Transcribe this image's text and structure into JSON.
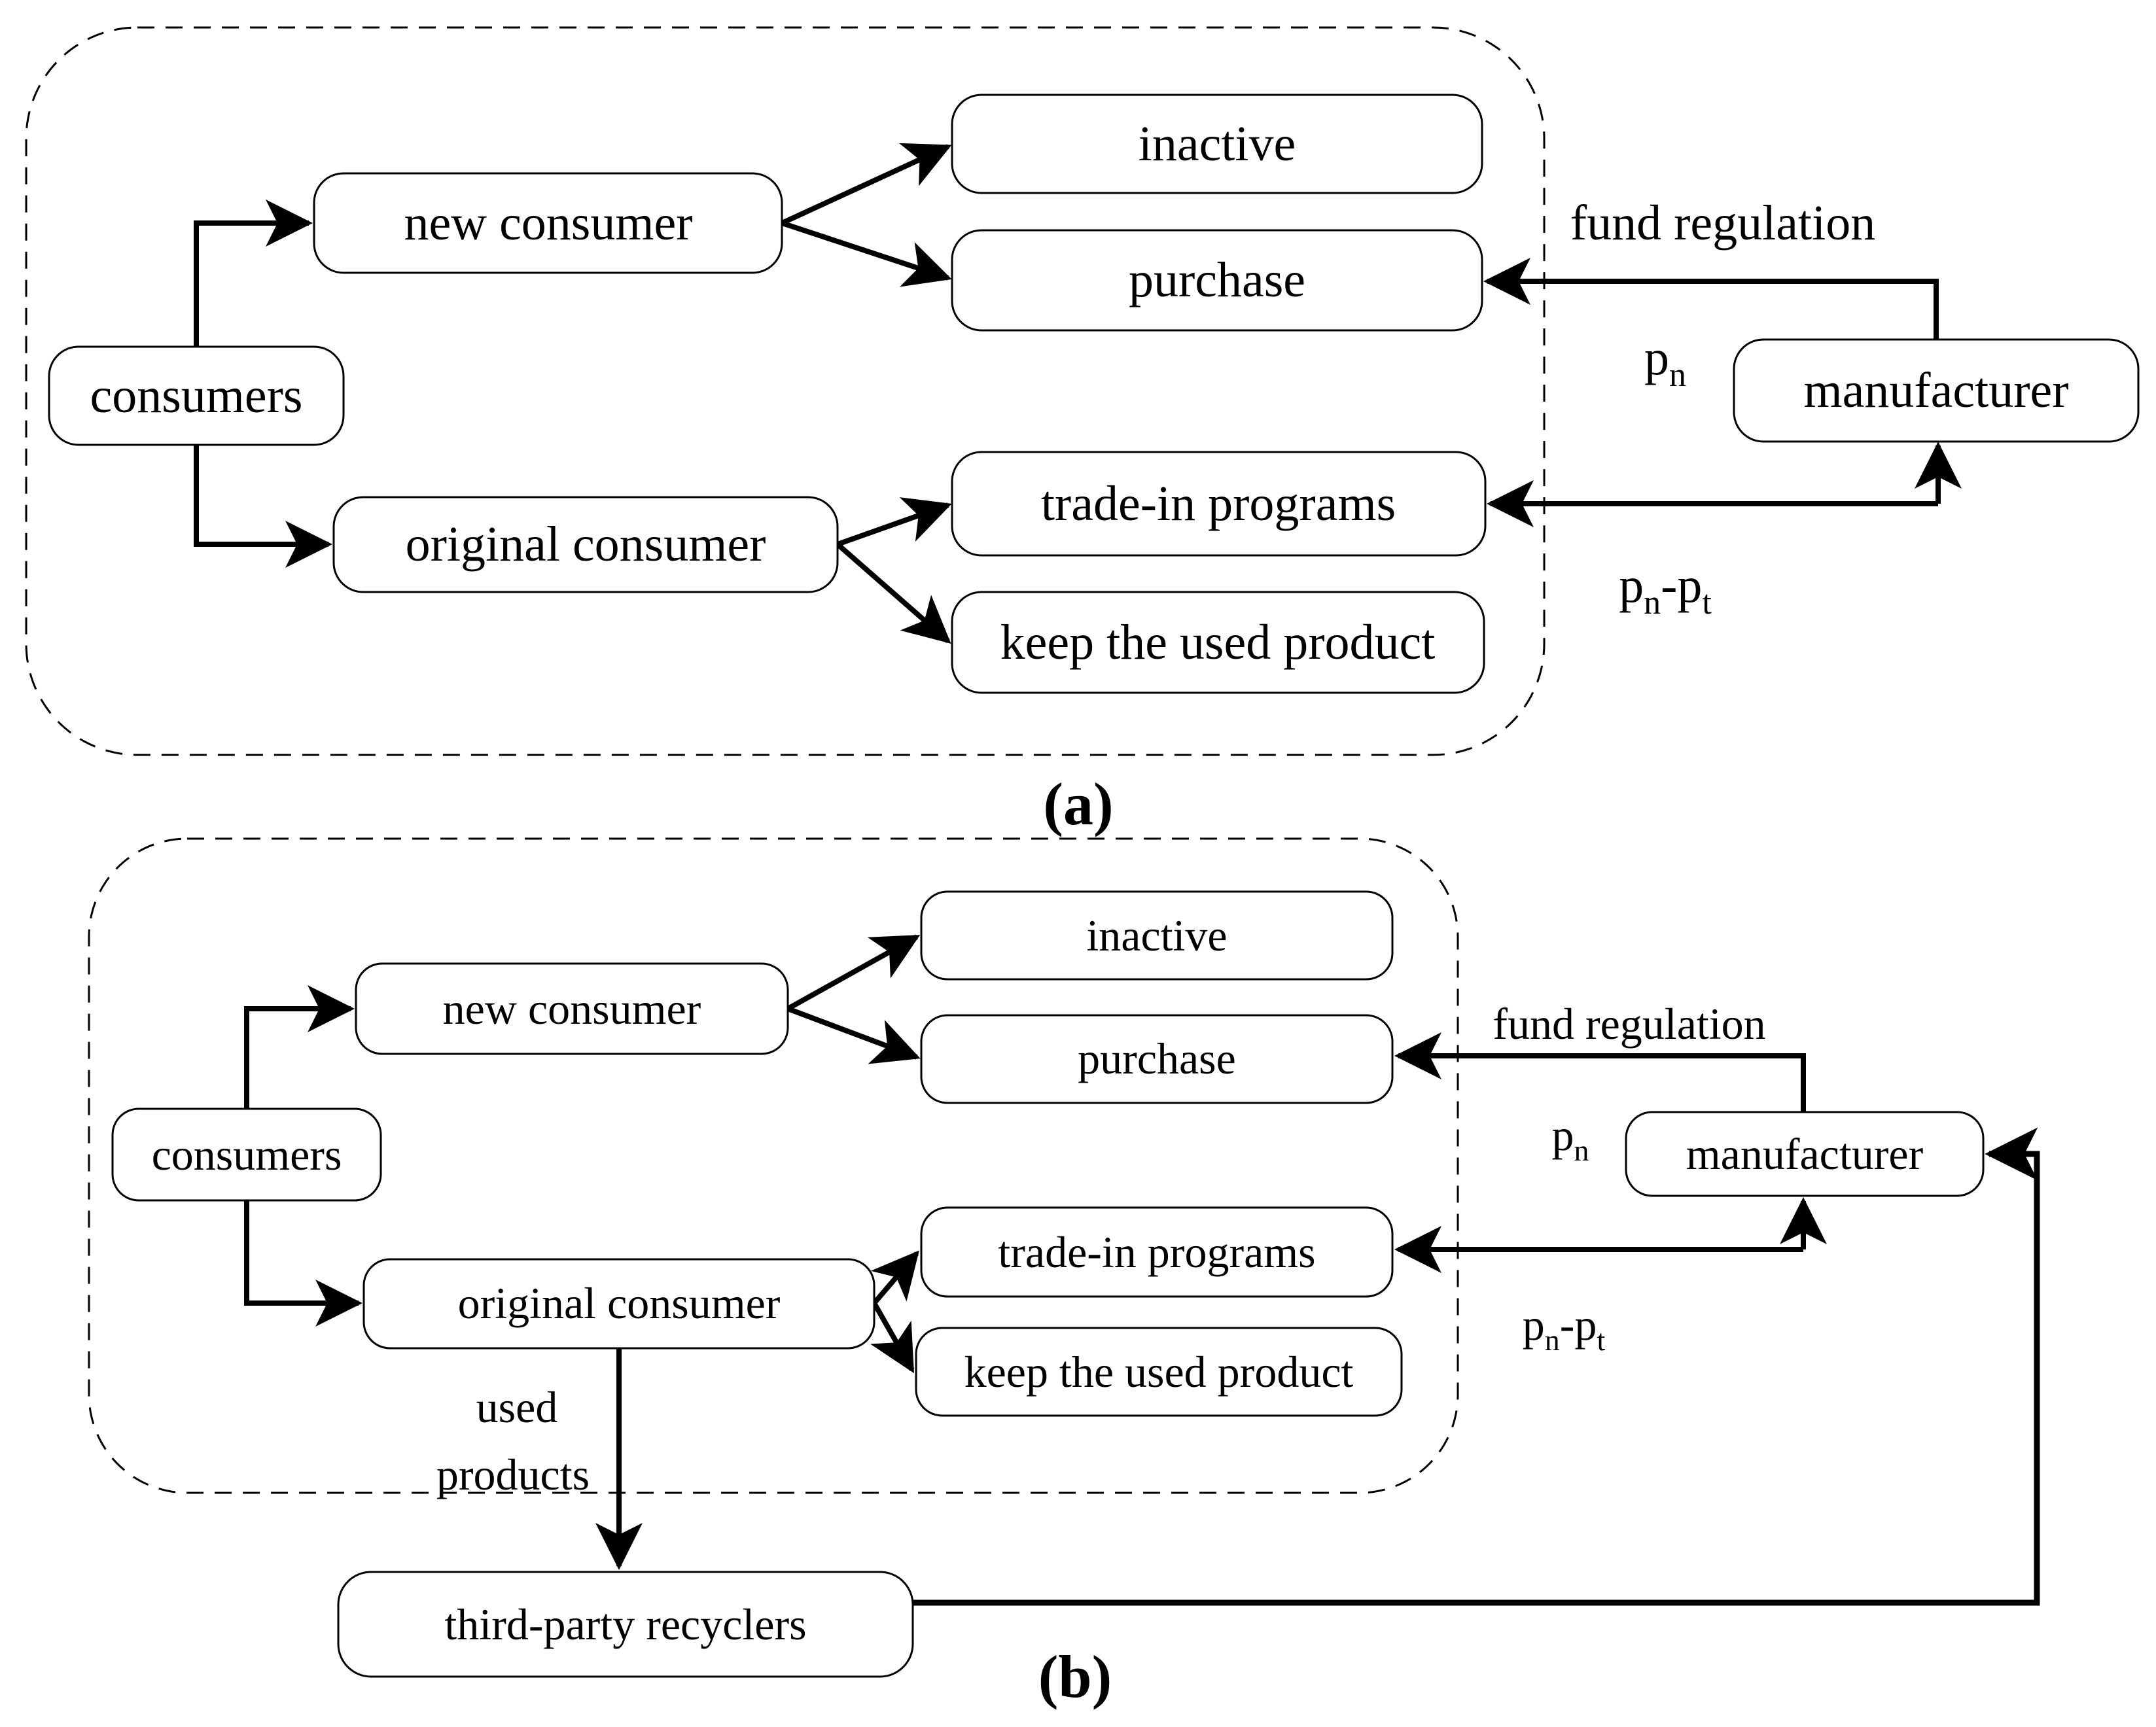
{
  "colors": {
    "ink": "#000000",
    "background": "#ffffff"
  },
  "panel_a": {
    "caption": "(a)",
    "boxes": {
      "consumers": "consumers",
      "new_consumer": "new consumer",
      "original_consumer": "original consumer",
      "inactive": "inactive",
      "purchase": "purchase",
      "trade_in": "trade-in programs",
      "keep_used": "keep the used product",
      "manufacturer": "manufacturer"
    },
    "labels": {
      "fund_regulation": "fund regulation",
      "pn": {
        "base": "p",
        "sub": "n"
      },
      "pn_minus_pt": {
        "base1": "p",
        "sub1": "n",
        "base2": "-p",
        "sub2": "t"
      }
    }
  },
  "panel_b": {
    "caption": "(b)",
    "boxes": {
      "consumers": "consumers",
      "new_consumer": "new consumer",
      "original_consumer": "original consumer",
      "inactive": "inactive",
      "purchase": "purchase",
      "trade_in": "trade-in programs",
      "keep_used": "keep the used product",
      "manufacturer": "manufacturer",
      "third_party_recyclers": "third-party recyclers"
    },
    "labels": {
      "fund_regulation": "fund regulation",
      "pn": {
        "base": "p",
        "sub": "n"
      },
      "pn_minus_pt": {
        "base1": "p",
        "sub1": "n",
        "base2": "-p",
        "sub2": "t"
      },
      "used_products": {
        "line1": "used",
        "line2": "products"
      }
    }
  }
}
